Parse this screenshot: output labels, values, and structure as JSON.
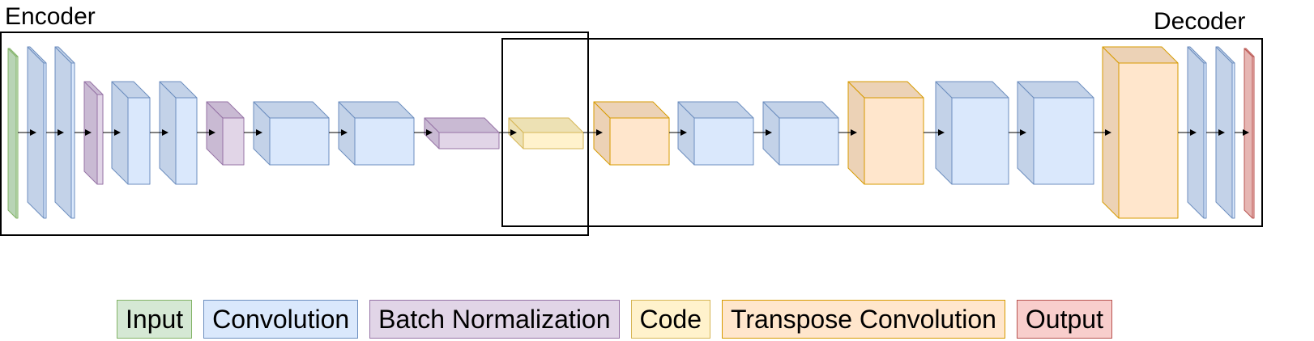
{
  "groups": {
    "encoder_label": "Encoder",
    "decoder_label": "Decoder"
  },
  "palette": {
    "input": {
      "face": "#d5e8d4",
      "side": "#b8d4b5",
      "stroke": "#82b366"
    },
    "conv": {
      "face": "#dae8fc",
      "side": "#c3d2e8",
      "stroke": "#6c8ebf"
    },
    "bn": {
      "face": "#e1d5e7",
      "side": "#c9bad3",
      "stroke": "#9673a6"
    },
    "code": {
      "face": "#fff2cc",
      "side": "#ede1b4",
      "stroke": "#d6b656"
    },
    "tconv": {
      "face": "#ffe6cc",
      "side": "#ecd2b6",
      "stroke": "#d79b00"
    },
    "output": {
      "face": "#f8cecc",
      "side": "#e6b6b3",
      "stroke": "#b85450"
    }
  },
  "layer_sequence": [
    "input",
    "conv",
    "conv",
    "bn",
    "conv",
    "conv",
    "bn",
    "conv",
    "conv",
    "bn",
    "code",
    "tconv",
    "conv",
    "conv",
    "tconv",
    "conv",
    "conv",
    "tconv",
    "conv",
    "conv",
    "output"
  ],
  "legend": [
    {
      "key": "input",
      "label": "Input"
    },
    {
      "key": "conv",
      "label": "Convolution"
    },
    {
      "key": "bn",
      "label": "Batch Normalization"
    },
    {
      "key": "code",
      "label": "Code"
    },
    {
      "key": "tconv",
      "label": "Transpose Convolution"
    },
    {
      "key": "output",
      "label": "Output"
    }
  ]
}
